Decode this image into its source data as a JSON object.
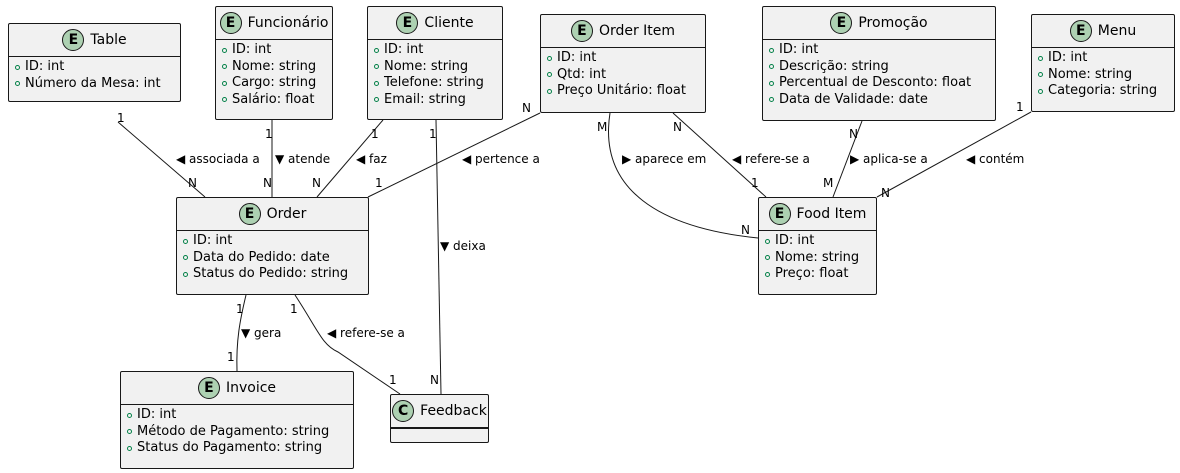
{
  "entities": [
    {
      "id": "table",
      "badge": "E",
      "name": "Table",
      "attrs": [
        "ID: int",
        "Número da Mesa: int"
      ]
    },
    {
      "id": "funcionario",
      "badge": "E",
      "name": "Funcionário",
      "attrs": [
        "ID: int",
        "Nome: string",
        "Cargo: string",
        "Salário: float"
      ]
    },
    {
      "id": "cliente",
      "badge": "E",
      "name": "Cliente",
      "attrs": [
        "ID: int",
        "Nome: string",
        "Telefone: string",
        "Email: string"
      ]
    },
    {
      "id": "order-item",
      "badge": "E",
      "name": "Order Item",
      "attrs": [
        "ID: int",
        "Qtd: int",
        "Preço Unitário: float"
      ]
    },
    {
      "id": "promocao",
      "badge": "E",
      "name": "Promoção",
      "attrs": [
        "ID: int",
        "Descrição: string",
        "Percentual de Desconto: float",
        "Data de Validade: date"
      ]
    },
    {
      "id": "menu",
      "badge": "E",
      "name": "Menu",
      "attrs": [
        "ID: int",
        "Nome: string",
        "Categoria: string"
      ]
    },
    {
      "id": "order",
      "badge": "E",
      "name": "Order",
      "attrs": [
        "ID: int",
        "Data do Pedido: date",
        "Status do Pedido: string"
      ]
    },
    {
      "id": "food-item",
      "badge": "E",
      "name": "Food Item",
      "attrs": [
        "ID: int",
        "Nome: string",
        "Preço: float"
      ]
    },
    {
      "id": "invoice",
      "badge": "E",
      "name": "Invoice",
      "attrs": [
        "ID: int",
        "Método de Pagamento: string",
        "Status do Pagamento: string"
      ]
    },
    {
      "id": "feedback",
      "badge": "C",
      "name": "Feedback",
      "attrs": []
    }
  ],
  "relationships": [
    {
      "id": "associada-a",
      "label": "◀ associada a",
      "from_mult": "1",
      "to_mult": "N"
    },
    {
      "id": "atende",
      "label": "▼ atende",
      "from_mult": "1",
      "to_mult": "N"
    },
    {
      "id": "faz",
      "label": "◀ faz",
      "from_mult": "1",
      "to_mult": "N"
    },
    {
      "id": "pertence-a",
      "label": "◀ pertence a",
      "from_mult": "N",
      "to_mult": "1"
    },
    {
      "id": "deixa",
      "label": "▼ deixa",
      "from_mult": "1",
      "to_mult": "N"
    },
    {
      "id": "aparece-em",
      "label": "▶ aparece em",
      "from_mult": "M",
      "to_mult": "N"
    },
    {
      "id": "refere-se-a-food",
      "label": "◀ refere-se a",
      "from_mult": "N",
      "to_mult": "1"
    },
    {
      "id": "aplica-se-a",
      "label": "▶ aplica-se a",
      "from_mult": "N",
      "to_mult": "M"
    },
    {
      "id": "contem",
      "label": "◀ contém",
      "from_mult": "1",
      "to_mult": "N"
    },
    {
      "id": "gera",
      "label": "▼ gera",
      "from_mult": "1",
      "to_mult": "1"
    },
    {
      "id": "refere-se-a-feedback",
      "label": "◀ refere-se a",
      "from_mult": "1",
      "to_mult": "1"
    }
  ]
}
